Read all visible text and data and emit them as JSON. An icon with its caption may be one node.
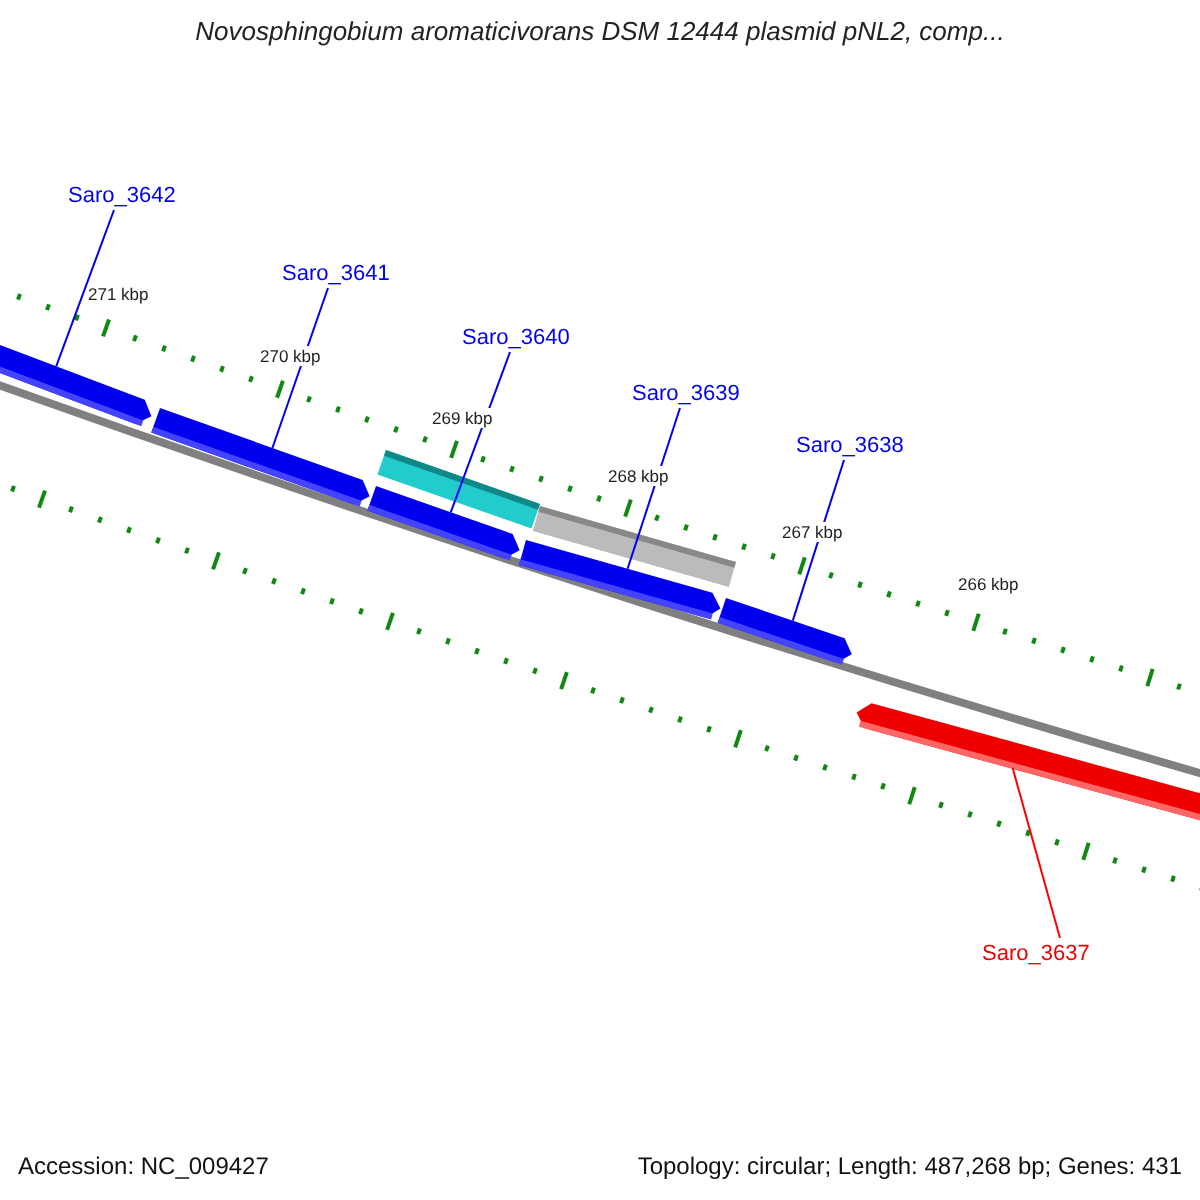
{
  "diagram": {
    "title": "Novosphingobium aromaticivorans DSM 12444 plasmid pNL2, comp...",
    "nodes": [
      {
        "text": [
          "Saro_3642"
        ]
      },
      {
        "text": [
          "Saro_3641"
        ]
      },
      {
        "text": [
          "Saro_3640"
        ]
      },
      {
        "text": [
          "Saro_3639"
        ]
      },
      {
        "text": [
          "Saro_3638"
        ]
      },
      {
        "text": [
          "Saro_3637"
        ]
      },
      {
        "text": [],
        "shape": "bar"
      },
      {
        "text": [],
        "shape": "bar"
      },
      {
        "text": [],
        "shape": "bar"
      },
      {
        "text": [],
        "shape": "bar"
      },
      {
        "text": [],
        "shape": "bar"
      },
      {
        "text": [],
        "shape": "bar"
      },
      {
        "text": [],
        "shape": "bar"
      },
      {
        "text": [],
        "shape": "bar"
      }
    ],
    "edges": [
      {
        "from": 0,
        "to": 6,
        "arrow": "none"
      },
      {
        "from": 1,
        "to": 7,
        "arrow": "none"
      },
      {
        "from": 2,
        "to": 8,
        "arrow": "none"
      },
      {
        "from": 3,
        "to": 10,
        "arrow": "none"
      },
      {
        "from": 4,
        "to": 12,
        "arrow": "none"
      },
      {
        "from": 5,
        "to": 13,
        "arrow": "none",
        "color": "#ff0000"
      }
    ],
    "labels": [
      "271 kbp",
      "270 kbp",
      "269 kbp",
      "268 kbp",
      "267 kbp",
      "266 kbp",
      "Accession: NC_009427",
      "Topology: circular; Length: 487,268 bp; Genes: 431"
    ]
  }
}
